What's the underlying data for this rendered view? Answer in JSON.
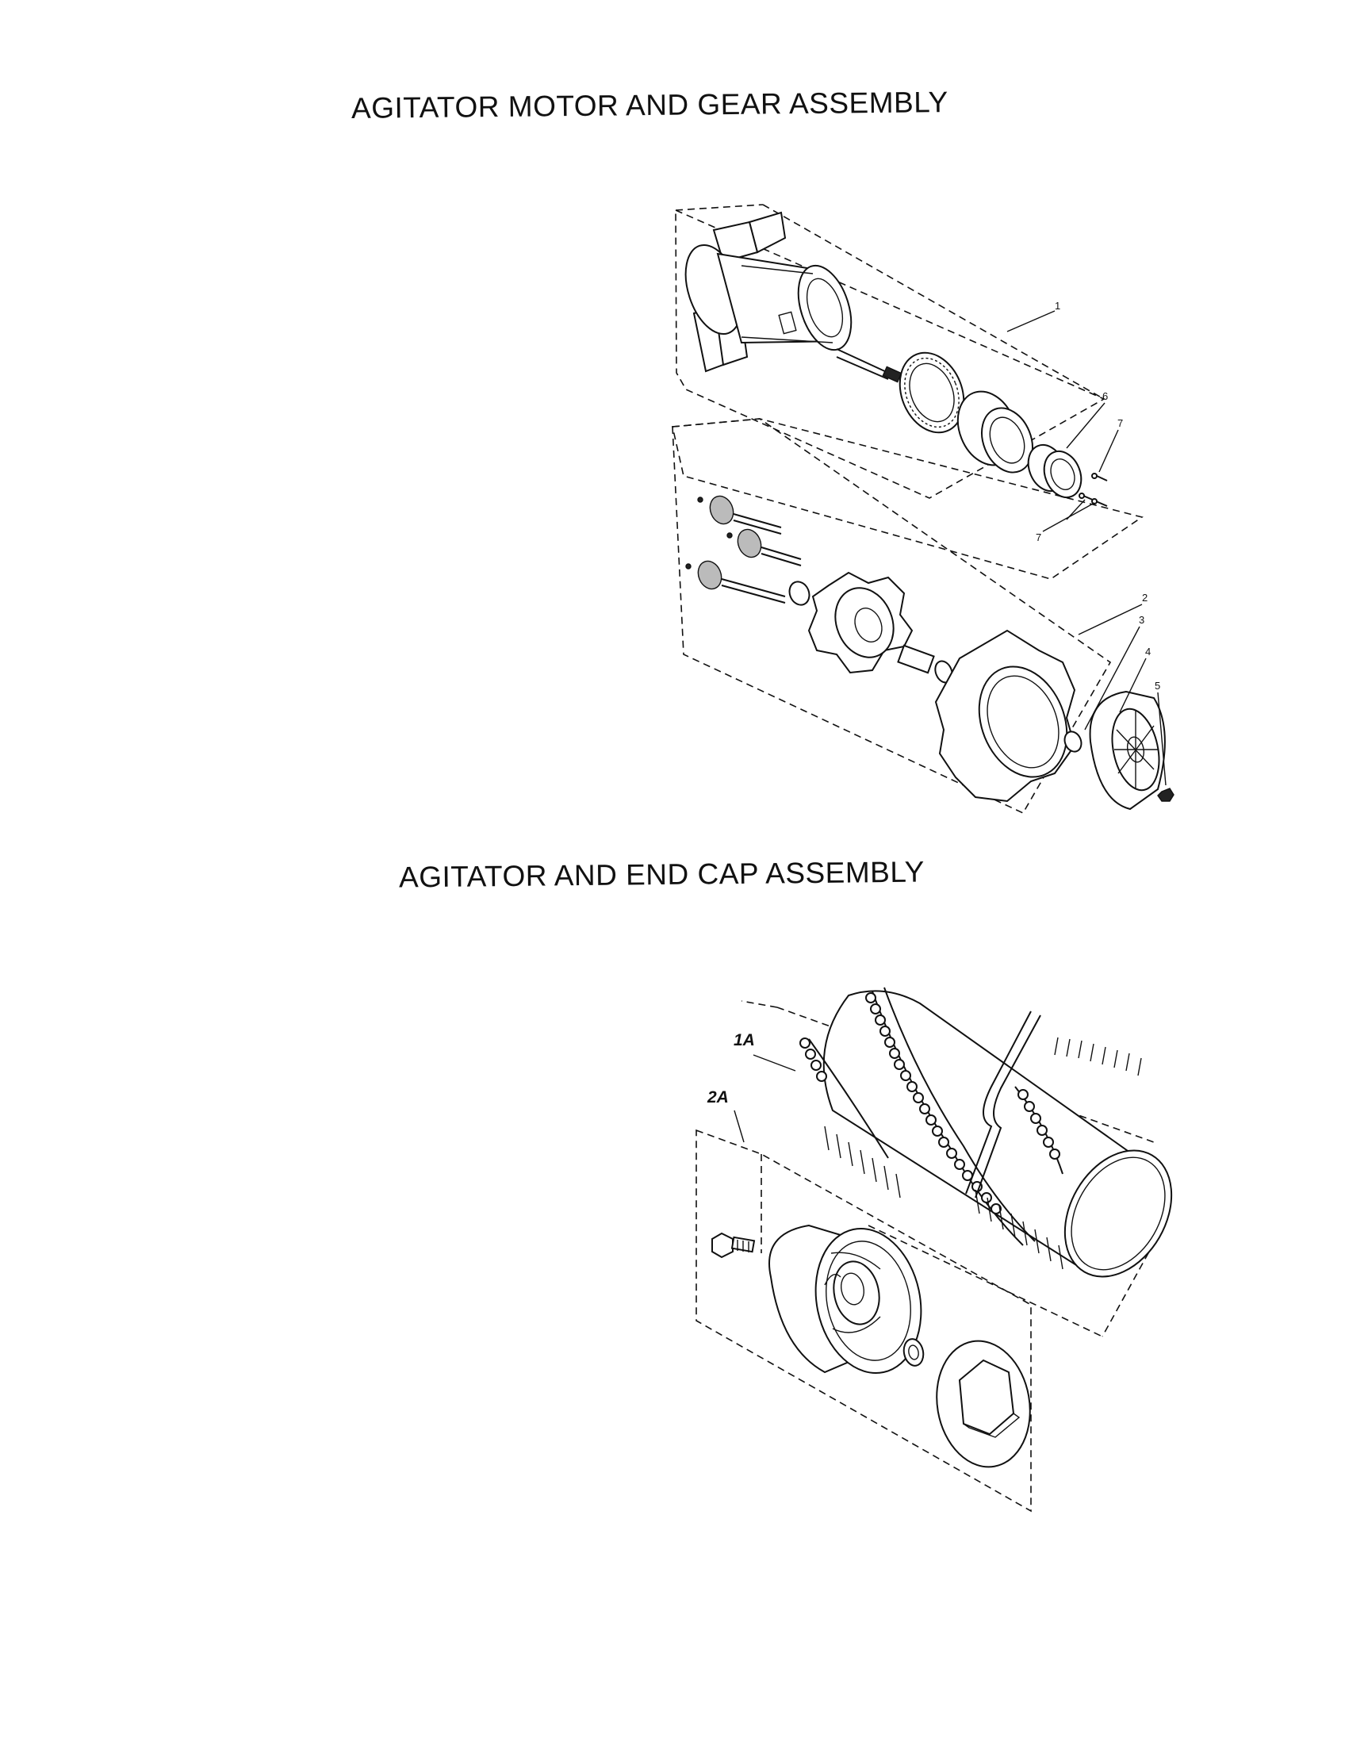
{
  "page": {
    "title_motor": "AGITATOR MOTOR AND GEAR ASSEMBLY",
    "title_agitator": "AGITATOR AND END CAP ASSEMBLY"
  },
  "diagram_motor": {
    "callouts": [
      "1",
      "2",
      "3",
      "4",
      "5",
      "6",
      "7",
      "7"
    ]
  },
  "diagram_agitator": {
    "callouts": [
      "1A",
      "2A"
    ]
  }
}
